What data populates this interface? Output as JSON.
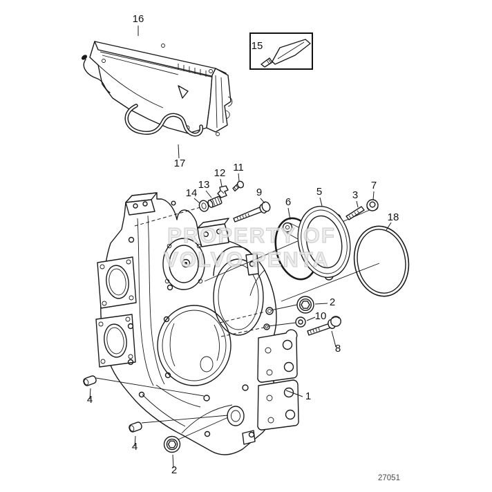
{
  "diagram": {
    "drawing_number": "27051",
    "watermark": {
      "line1": "PROPERTY OF",
      "line2": "VOLVO PENTA"
    },
    "callouts": {
      "c1": "1",
      "c2_upper": "2",
      "c2_lower": "2",
      "c3": "3",
      "c4_upper": "4",
      "c4_lower": "4",
      "c5": "5",
      "c6": "6",
      "c7": "7",
      "c8": "8",
      "c9": "9",
      "c10": "10",
      "c11": "11",
      "c12": "12",
      "c13": "13",
      "c14": "14",
      "c15": "15",
      "c16": "16",
      "c17": "17",
      "c18": "18"
    }
  }
}
